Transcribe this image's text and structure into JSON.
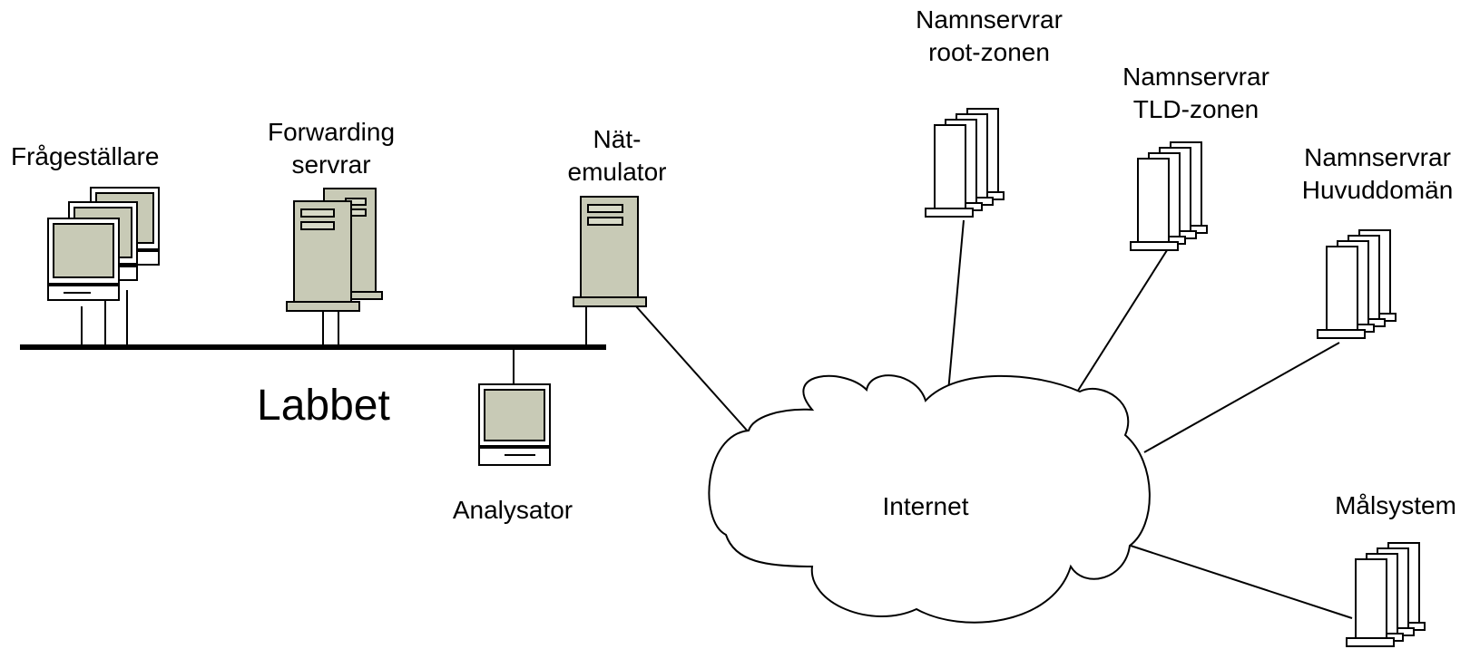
{
  "labels": {
    "questioners": "Frågeställare",
    "forwarding_line1": "Forwarding",
    "forwarding_line2": "servrar",
    "emulator_line1": "Nät-",
    "emulator_line2": "emulator",
    "lab": "Labbet",
    "analyzer": "Analysator",
    "internet": "Internet",
    "root_line1": "Namnservrar",
    "root_line2": "root-zonen",
    "tld_line1": "Namnservrar",
    "tld_line2": "TLD-zonen",
    "main_line1": "Namnservrar",
    "main_line2": "Huvuddomän",
    "target": "Målsystem"
  },
  "colors": {
    "device_fill": "#c8cab6",
    "outline": "#000000",
    "white": "#ffffff"
  }
}
